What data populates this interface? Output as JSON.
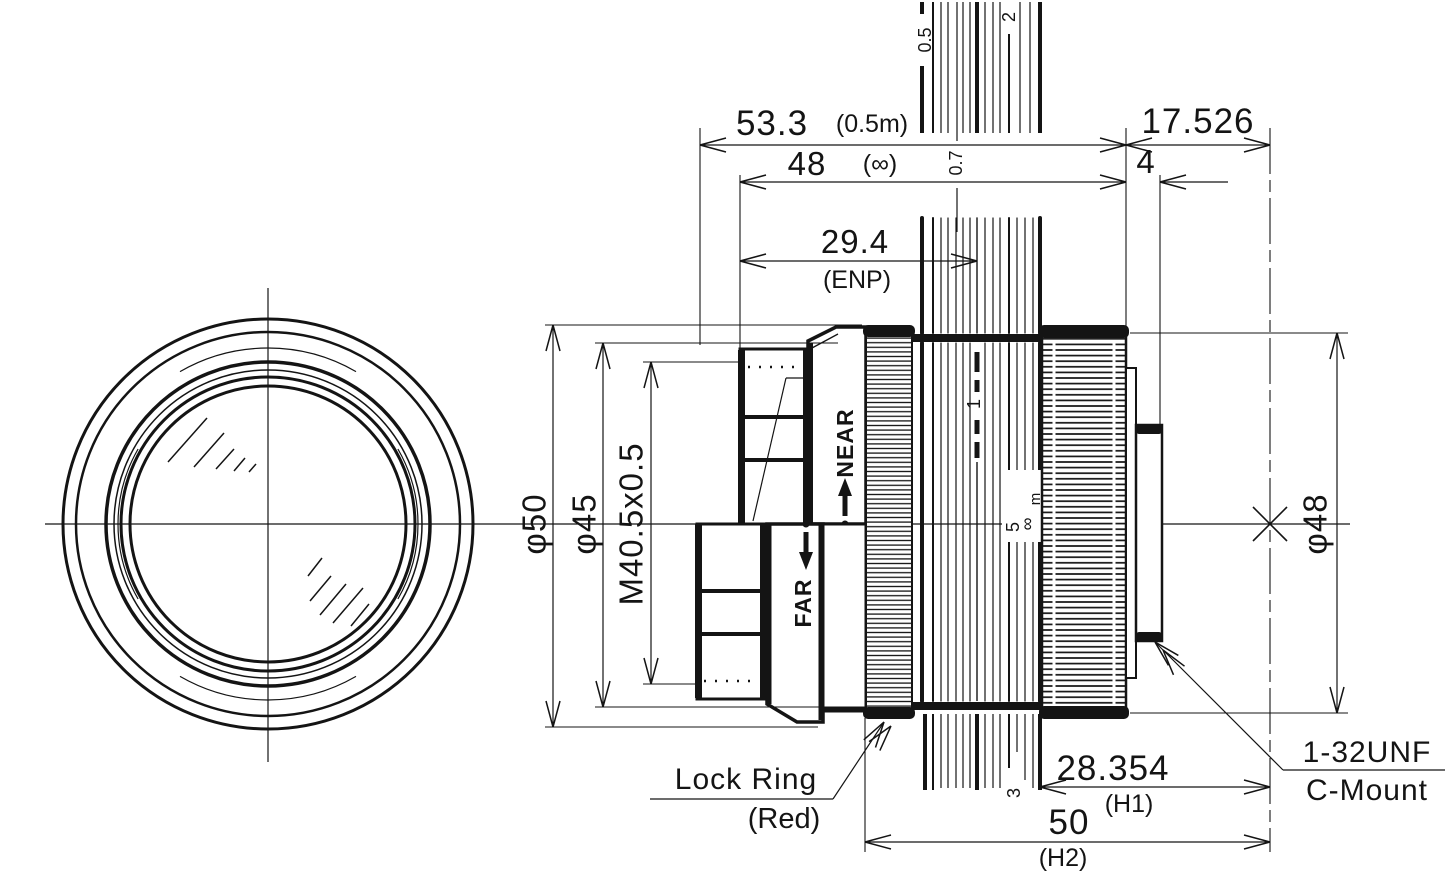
{
  "dimensions": {
    "overall_length_05m": {
      "value": "53.3",
      "note": "(0.5m)"
    },
    "overall_length_inf": {
      "value": "48",
      "note": "(∞)"
    },
    "entrance_pupil": {
      "value": "29.4",
      "note": "(ENP)"
    },
    "flange_focal_distance": {
      "value": "17.526"
    },
    "mount_thread_length": {
      "value": "4"
    },
    "front_diameter": {
      "value": "φ50"
    },
    "ring_diameter": {
      "value": "φ45"
    },
    "filter_thread": {
      "value": "M40.5x0.5"
    },
    "mount_ring_diameter": {
      "value": "φ48"
    },
    "principal_plane_h1": {
      "value": "28.354",
      "note": "(H1)"
    },
    "principal_plane_h2": {
      "value": "50",
      "note": "(H2)"
    }
  },
  "annotations": {
    "lock_ring": {
      "label": "Lock Ring",
      "note": "(Red)"
    },
    "mount": {
      "thread": "1-32UNF",
      "type": "C-Mount"
    },
    "focus_near": "NEAR",
    "focus_far": "FAR"
  },
  "focus_scale": {
    "unit": "m",
    "m_05": "0.5",
    "m_07": "0.7",
    "m_1": "1",
    "m_2": "2",
    "m_3": "3",
    "m_5": "5",
    "m_inf": "∞"
  },
  "colors": {
    "line": "#141414",
    "background": "#ffffff"
  }
}
